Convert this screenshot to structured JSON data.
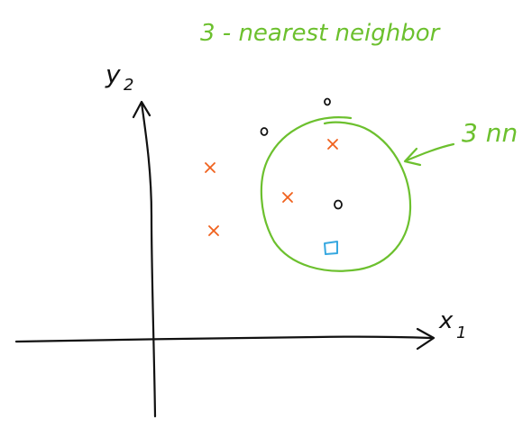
{
  "title": "3 - nearest neighbor",
  "annotation": "3 nn",
  "axes": {
    "x_label": "x",
    "x_subscript": "1",
    "y_label": "y",
    "y_subscript": "2"
  },
  "colors": {
    "green": "#6cc02e",
    "orange": "#f0611d",
    "black": "#111111",
    "blue": "#37a8e0"
  },
  "legend_shapes": {
    "cross": "x-mark",
    "circle": "o-mark",
    "query": "square-mark"
  }
}
